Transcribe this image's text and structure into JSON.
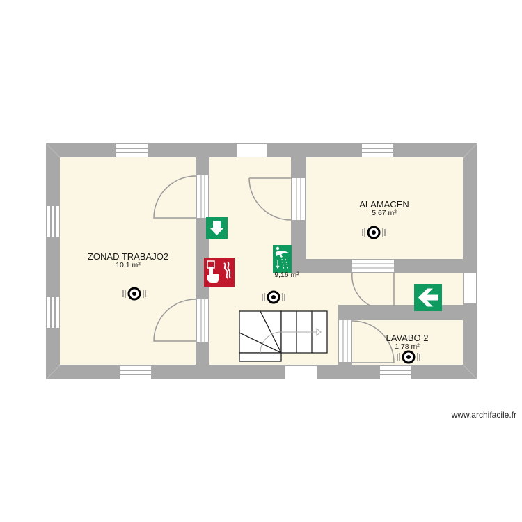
{
  "plan": {
    "colors": {
      "wall": "#a8a8a8",
      "floor": "#fcf6e4",
      "exit_green": "#0f9a60",
      "fire_red": "#c0172c",
      "stair_line": "#222222",
      "door_arc": "#9a9a9a"
    },
    "rooms": [
      {
        "name": "ZONAD TRABAJO2",
        "area": "10,1 m²"
      },
      {
        "name": "",
        "area": "9,16 m²"
      },
      {
        "name": "ALAMACEN",
        "area": "5,67 m²"
      },
      {
        "name": "LAVABO 2",
        "area": "1,78 m²"
      }
    ],
    "signs": [
      {
        "type": "exit-arrow-down",
        "label": "emergency exit arrow down"
      },
      {
        "type": "fire-alarm-call-point",
        "label": "fire alarm button"
      },
      {
        "type": "emergency-exit-running-man",
        "label": "emergency exit sign"
      },
      {
        "type": "exit-arrow-left",
        "label": "emergency exit arrow left"
      }
    ],
    "detectors": [
      "smoke-detector",
      "smoke-detector",
      "smoke-detector",
      "smoke-detector"
    ],
    "watermark": "www.archifacile.fr"
  }
}
